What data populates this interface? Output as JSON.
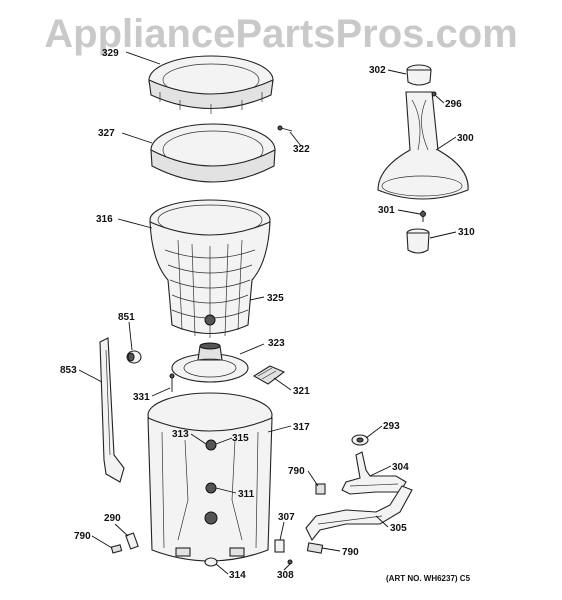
{
  "watermark": "AppliancePartsPros.com",
  "art_number": "(ART NO. WH6237) C5",
  "labels": {
    "p329": "329",
    "p327": "327",
    "p322": "322",
    "p316": "316",
    "p325": "325",
    "p851": "851",
    "p323": "323",
    "p853": "853",
    "p331": "331",
    "p321": "321",
    "p313": "313",
    "p315": "315",
    "p317": "317",
    "p311": "311",
    "p290": "290",
    "p790a": "790",
    "p314": "314",
    "p307": "307",
    "p308": "308",
    "p790b": "790",
    "p790c": "790",
    "p305": "305",
    "p304": "304",
    "p293": "293",
    "p302": "302",
    "p296": "296",
    "p300": "300",
    "p301": "301",
    "p310": "310"
  },
  "colors": {
    "watermark": "#c9c9c9",
    "line": "#111111"
  }
}
